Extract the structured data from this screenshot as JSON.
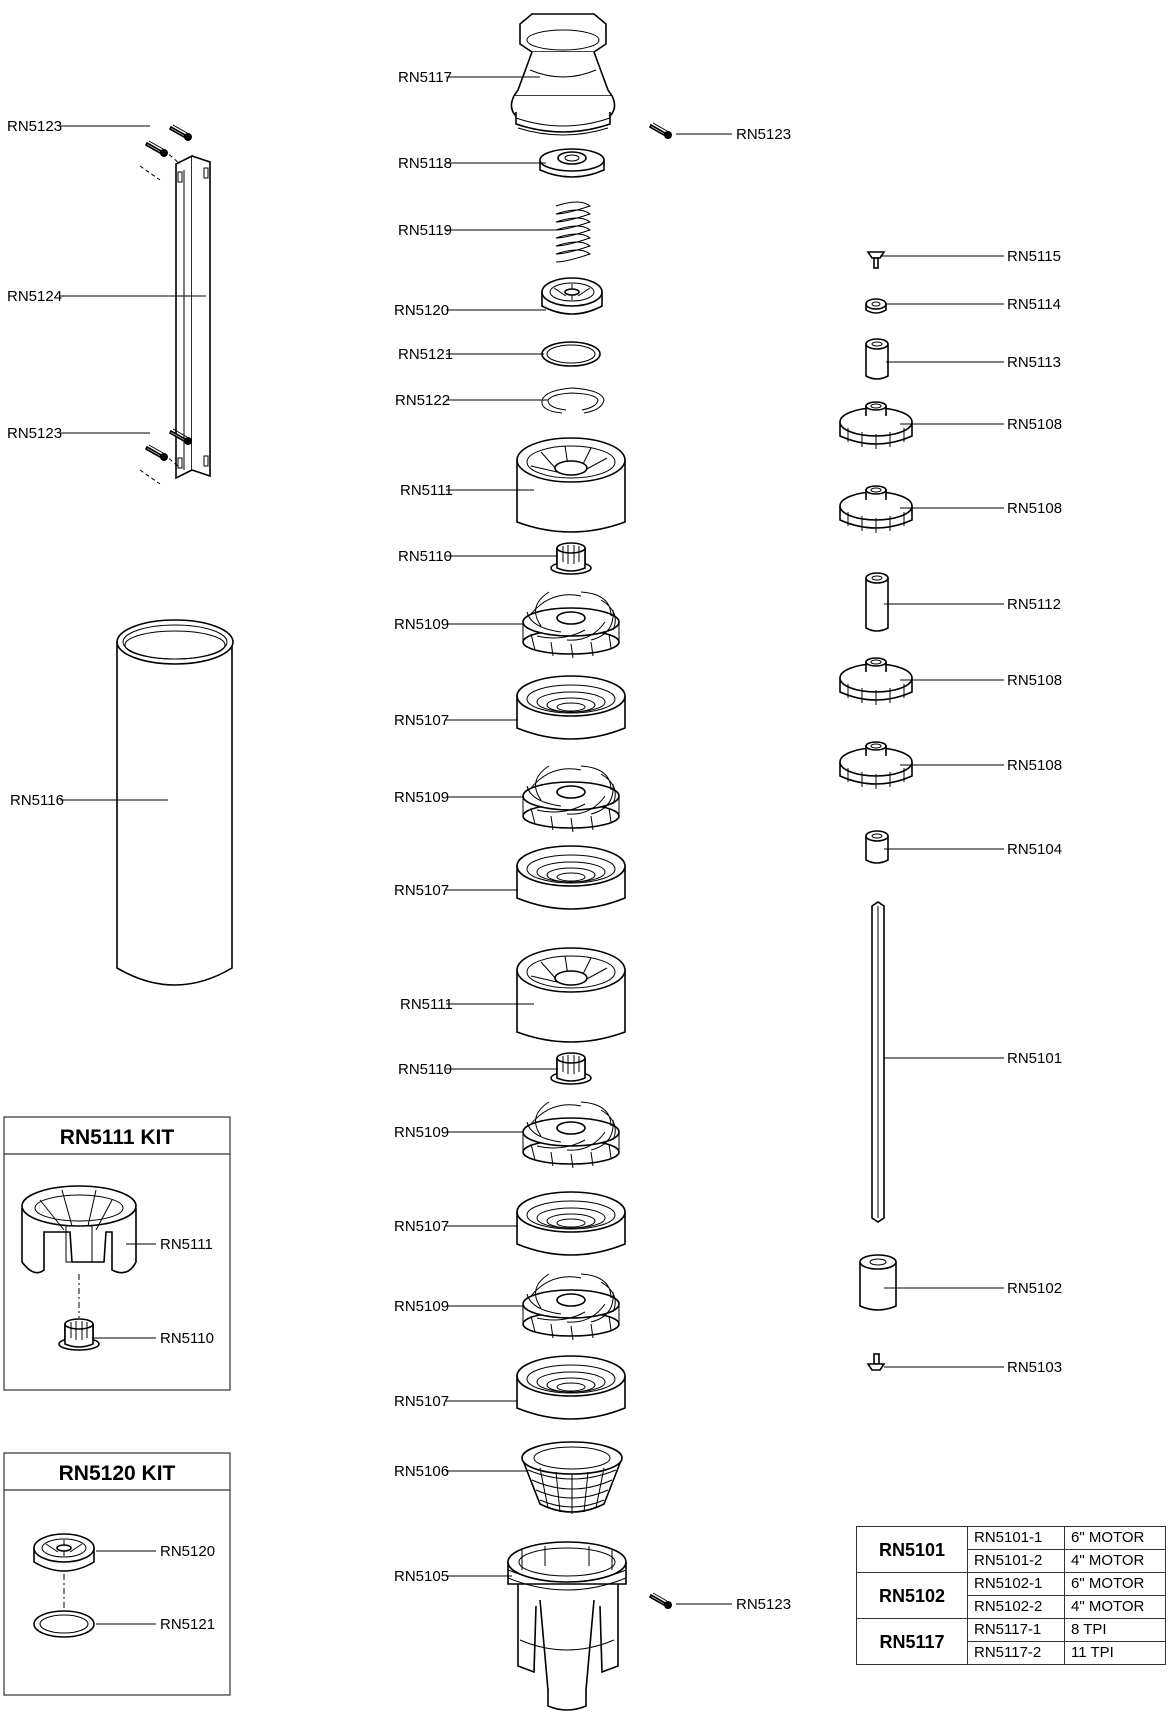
{
  "callouts": {
    "rn5123_left_top": "RN5123",
    "rn5124": "RN5124",
    "rn5123_left_bottom": "RN5123",
    "rn5116": "RN5116",
    "rn5117": "RN5117",
    "rn5123_top_right": "RN5123",
    "rn5118": "RN5118",
    "rn5119": "RN5119",
    "rn5120": "RN5120",
    "rn5121": "RN5121",
    "rn5122": "RN5122",
    "rn5111_a": "RN5111",
    "rn5110_a": "RN5110",
    "rn5109_a": "RN5109",
    "rn5107_a": "RN5107",
    "rn5109_b": "RN5109",
    "rn5107_b": "RN5107",
    "rn5111_b": "RN5111",
    "rn5110_b": "RN5110",
    "rn5109_c": "RN5109",
    "rn5107_c": "RN5107",
    "rn5109_d": "RN5109",
    "rn5107_d": "RN5107",
    "rn5106": "RN5106",
    "rn5105": "RN5105",
    "rn5123_bottom_right": "RN5123",
    "rn5115": "RN5115",
    "rn5114": "RN5114",
    "rn5113": "RN5113",
    "rn5108_a": "RN5108",
    "rn5108_b": "RN5108",
    "rn5112": "RN5112",
    "rn5108_c": "RN5108",
    "rn5108_d": "RN5108",
    "rn5104": "RN5104",
    "rn5101": "RN5101",
    "rn5102": "RN5102",
    "rn5103": "RN5103"
  },
  "kit_rn5111": {
    "title": "RN5111 KIT",
    "label_top": "RN5111",
    "label_bottom": "RN5110"
  },
  "kit_rn5120": {
    "title": "RN5120 KIT",
    "label_top": "RN5120",
    "label_bottom": "RN5121"
  },
  "variants_table": {
    "rows": [
      {
        "part": "RN5101",
        "variants": [
          {
            "code": "RN5101-1",
            "desc": "6\" MOTOR"
          },
          {
            "code": "RN5101-2",
            "desc": "4\" MOTOR"
          }
        ]
      },
      {
        "part": "RN5102",
        "variants": [
          {
            "code": "RN5102-1",
            "desc": "6\" MOTOR"
          },
          {
            "code": "RN5102-2",
            "desc": "4\" MOTOR"
          }
        ]
      },
      {
        "part": "RN5117",
        "variants": [
          {
            "code": "RN5117-1",
            "desc": "8 TPI"
          },
          {
            "code": "RN5117-2",
            "desc": "11 TPI"
          }
        ]
      }
    ]
  }
}
